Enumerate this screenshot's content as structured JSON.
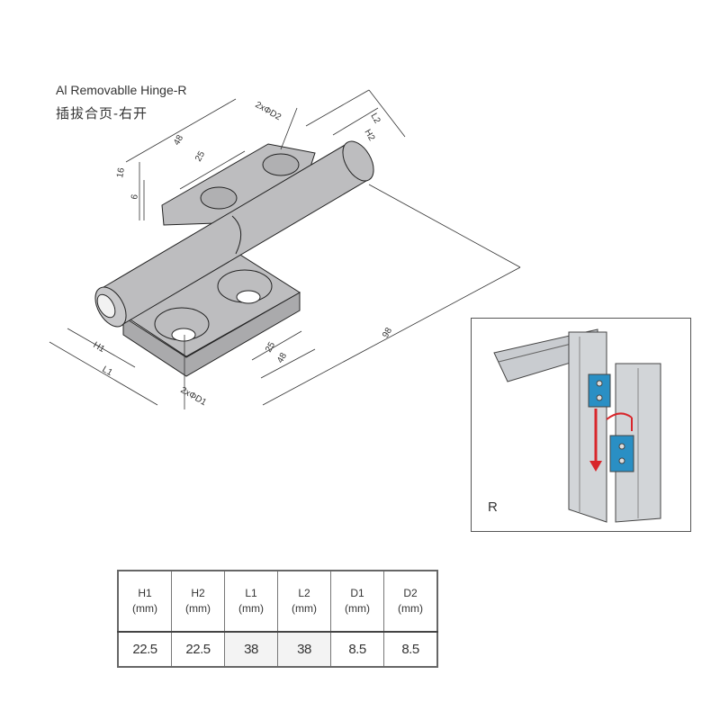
{
  "title_en": "Al Removablle Hinge-R",
  "title_cn": "插拔合页-右开",
  "dimensions": {
    "d48_top": "48",
    "d25_top": "25",
    "d16": "16",
    "d6": "6",
    "d2xD2": "2xΦD2",
    "dL2": "L2",
    "dH2": "H2",
    "dH1": "H1",
    "dL1": "L1",
    "d2xD1": "2xΦD1",
    "d25_bottom": "25",
    "d48_bottom": "48",
    "d98": "98"
  },
  "inset": {
    "label": "R"
  },
  "colors": {
    "part": "#bdbdbf",
    "hinge_blue": "#2a8fc4",
    "arrow_red": "#d8262b"
  },
  "table": {
    "headers": [
      {
        "name": "H1",
        "unit": "(mm)"
      },
      {
        "name": "H2",
        "unit": "(mm)"
      },
      {
        "name": "L1",
        "unit": "(mm)"
      },
      {
        "name": "L2",
        "unit": "(mm)"
      },
      {
        "name": "D1",
        "unit": "(mm)"
      },
      {
        "name": "D2",
        "unit": "(mm)"
      }
    ],
    "values": [
      "22.5",
      "22.5",
      "38",
      "38",
      "8.5",
      "8.5"
    ]
  }
}
